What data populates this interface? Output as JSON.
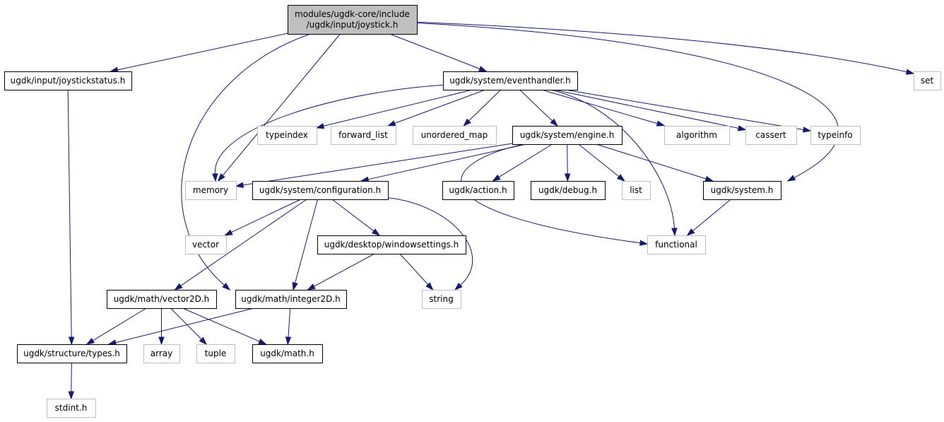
{
  "colors": {
    "edge": "#191970",
    "root_fill": "#bfbfbf",
    "project_border": "#000000",
    "external_border": "#bfbfbf",
    "background": "#ffffff"
  },
  "nodes": {
    "joystick_h": {
      "lines": [
        "modules/ugdk-core/include",
        "/ugdk/input/joystick.h"
      ],
      "kind": "root"
    },
    "joystickstatus_h": {
      "lines": [
        "ugdk/input/joystickstatus.h"
      ],
      "kind": "project"
    },
    "eventhandler_h": {
      "lines": [
        "ugdk/system/eventhandler.h"
      ],
      "kind": "project"
    },
    "set": {
      "lines": [
        "set"
      ],
      "kind": "external"
    },
    "typeindex": {
      "lines": [
        "typeindex"
      ],
      "kind": "external"
    },
    "forward_list": {
      "lines": [
        "forward_list"
      ],
      "kind": "external"
    },
    "unordered_map": {
      "lines": [
        "unordered_map"
      ],
      "kind": "external"
    },
    "engine_h": {
      "lines": [
        "ugdk/system/engine.h"
      ],
      "kind": "project"
    },
    "algorithm": {
      "lines": [
        "algorithm"
      ],
      "kind": "external"
    },
    "cassert": {
      "lines": [
        "cassert"
      ],
      "kind": "external"
    },
    "typeinfo": {
      "lines": [
        "typeinfo"
      ],
      "kind": "external"
    },
    "memory": {
      "lines": [
        "memory"
      ],
      "kind": "external"
    },
    "configuration_h": {
      "lines": [
        "ugdk/system/configuration.h"
      ],
      "kind": "project"
    },
    "action_h": {
      "lines": [
        "ugdk/action.h"
      ],
      "kind": "project"
    },
    "debug_h": {
      "lines": [
        "ugdk/debug.h"
      ],
      "kind": "project"
    },
    "list": {
      "lines": [
        "list"
      ],
      "kind": "external"
    },
    "system_h": {
      "lines": [
        "ugdk/system.h"
      ],
      "kind": "project"
    },
    "vector": {
      "lines": [
        "vector"
      ],
      "kind": "external"
    },
    "windowsettings_h": {
      "lines": [
        "ugdk/desktop/windowsettings.h"
      ],
      "kind": "project"
    },
    "functional": {
      "lines": [
        "functional"
      ],
      "kind": "external"
    },
    "vector2d_h": {
      "lines": [
        "ugdk/math/vector2D.h"
      ],
      "kind": "project"
    },
    "integer2d_h": {
      "lines": [
        "ugdk/math/integer2D.h"
      ],
      "kind": "project"
    },
    "string": {
      "lines": [
        "string"
      ],
      "kind": "external"
    },
    "types_h": {
      "lines": [
        "ugdk/structure/types.h"
      ],
      "kind": "project"
    },
    "array": {
      "lines": [
        "array"
      ],
      "kind": "external"
    },
    "tuple": {
      "lines": [
        "tuple"
      ],
      "kind": "external"
    },
    "math_h": {
      "lines": [
        "ugdk/math.h"
      ],
      "kind": "project"
    },
    "stdint_h": {
      "lines": [
        "stdint.h"
      ],
      "kind": "external"
    }
  },
  "edges": [
    [
      "joystick_h",
      "joystickstatus_h"
    ],
    [
      "joystick_h",
      "eventhandler_h"
    ],
    [
      "joystick_h",
      "set"
    ],
    [
      "joystick_h",
      "memory"
    ],
    [
      "joystick_h",
      "integer2d_h"
    ],
    [
      "joystick_h",
      "system_h"
    ],
    [
      "joystickstatus_h",
      "types_h"
    ],
    [
      "eventhandler_h",
      "typeindex"
    ],
    [
      "eventhandler_h",
      "forward_list"
    ],
    [
      "eventhandler_h",
      "unordered_map"
    ],
    [
      "eventhandler_h",
      "engine_h"
    ],
    [
      "eventhandler_h",
      "algorithm"
    ],
    [
      "eventhandler_h",
      "cassert"
    ],
    [
      "eventhandler_h",
      "typeinfo"
    ],
    [
      "eventhandler_h",
      "memory"
    ],
    [
      "eventhandler_h",
      "functional"
    ],
    [
      "engine_h",
      "memory"
    ],
    [
      "engine_h",
      "configuration_h"
    ],
    [
      "engine_h",
      "action_h"
    ],
    [
      "engine_h",
      "debug_h"
    ],
    [
      "engine_h",
      "list"
    ],
    [
      "engine_h",
      "system_h"
    ],
    [
      "engine_h",
      "functional"
    ],
    [
      "system_h",
      "functional"
    ],
    [
      "configuration_h",
      "vector"
    ],
    [
      "configuration_h",
      "vector2d_h"
    ],
    [
      "configuration_h",
      "integer2d_h"
    ],
    [
      "configuration_h",
      "windowsettings_h"
    ],
    [
      "configuration_h",
      "string"
    ],
    [
      "windowsettings_h",
      "integer2d_h"
    ],
    [
      "windowsettings_h",
      "string"
    ],
    [
      "vector2d_h",
      "types_h"
    ],
    [
      "vector2d_h",
      "array"
    ],
    [
      "vector2d_h",
      "tuple"
    ],
    [
      "vector2d_h",
      "math_h"
    ],
    [
      "integer2d_h",
      "types_h"
    ],
    [
      "integer2d_h",
      "math_h"
    ],
    [
      "types_h",
      "stdint_h"
    ]
  ]
}
